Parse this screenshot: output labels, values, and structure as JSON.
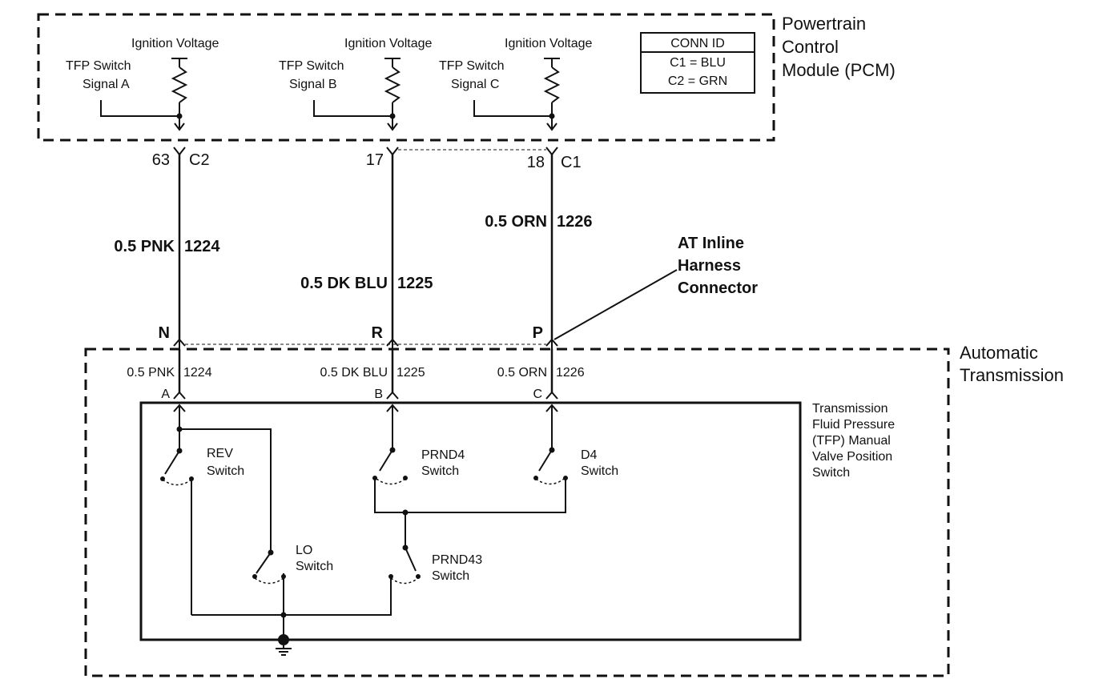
{
  "pcm": {
    "title": [
      "Powertrain",
      "Control",
      "Module (PCM)"
    ],
    "ignition_label": "Ignition Voltage",
    "signal_a": [
      "TFP Switch",
      "Signal A"
    ],
    "signal_b": [
      "TFP Switch",
      "Signal B"
    ],
    "signal_c": [
      "TFP Switch",
      "Signal C"
    ],
    "conn_id": {
      "header": "CONN ID",
      "rows": [
        "C1 = BLU",
        "C2 = GRN"
      ]
    }
  },
  "pins": {
    "pcm_a": "63",
    "pcm_a_conn": "C2",
    "pcm_b": "17",
    "pcm_c": "18",
    "pcm_c_conn": "C1",
    "inline_a": "N",
    "inline_b": "R",
    "inline_c": "P",
    "trans_a": "A",
    "trans_b": "B",
    "trans_c": "C"
  },
  "wires": {
    "a": {
      "size_color": "0.5 PNK",
      "circuit": "1224"
    },
    "b": {
      "size_color": "0.5 DK BLU",
      "circuit": "1225"
    },
    "c": {
      "size_color": "0.5 ORN",
      "circuit": "1226"
    }
  },
  "inline_connector": [
    "AT Inline",
    "Harness",
    "Connector"
  ],
  "transmission": {
    "title": [
      "Automatic",
      "Transmission"
    ],
    "switch_assembly": [
      "Transmission",
      "Fluid Pressure",
      "(TFP) Manual",
      "Valve Position",
      "Switch"
    ],
    "switches": {
      "rev": [
        "REV",
        "Switch"
      ],
      "prnd4": [
        "PRND4",
        "Switch"
      ],
      "d4": [
        "D4",
        "Switch"
      ],
      "lo": [
        "LO",
        "Switch"
      ],
      "prnd43": [
        "PRND43",
        "Switch"
      ]
    }
  }
}
